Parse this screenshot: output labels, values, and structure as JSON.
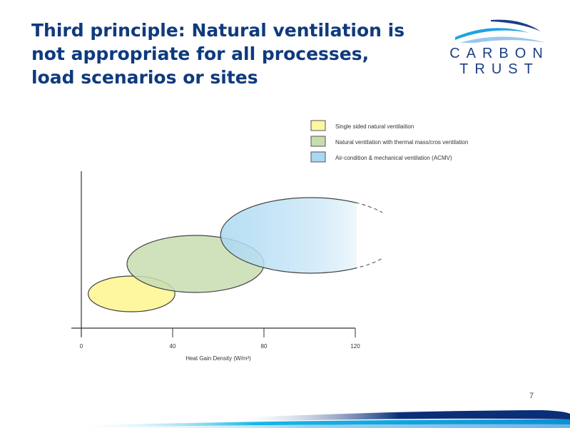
{
  "slide": {
    "title": "Third principle: Natural ventilation is not appropriate for all processes, load scenarios or sites",
    "title_lines": [
      "Third principle: Natural ventilation is",
      "not appropriate for all processes,",
      "load scenarios or sites"
    ],
    "page_number": "7",
    "logo": {
      "line1": "CARBON",
      "line2": "TRUST"
    }
  },
  "chart_data": {
    "type": "diagram-ellipses",
    "xlabel": "Heat Gain Density (W/m²)",
    "xlim": [
      0,
      120
    ],
    "xticks": [
      "0",
      "40",
      "80",
      "120"
    ],
    "legend_position": "top-right",
    "series": [
      {
        "name": "Single sided natural ventilaition",
        "color": "#fff7a0",
        "x_range": [
          3,
          41
        ]
      },
      {
        "name": "Natural ventilation with thermal mass/cros ventilation",
        "color": "#c7ddb0",
        "x_range": [
          20,
          80
        ]
      },
      {
        "name": "Air-condition & mechanical ventilation (ACMV)",
        "color": "#a9d8f2",
        "x_range": [
          61,
          140
        ],
        "open_ended": true
      }
    ]
  }
}
